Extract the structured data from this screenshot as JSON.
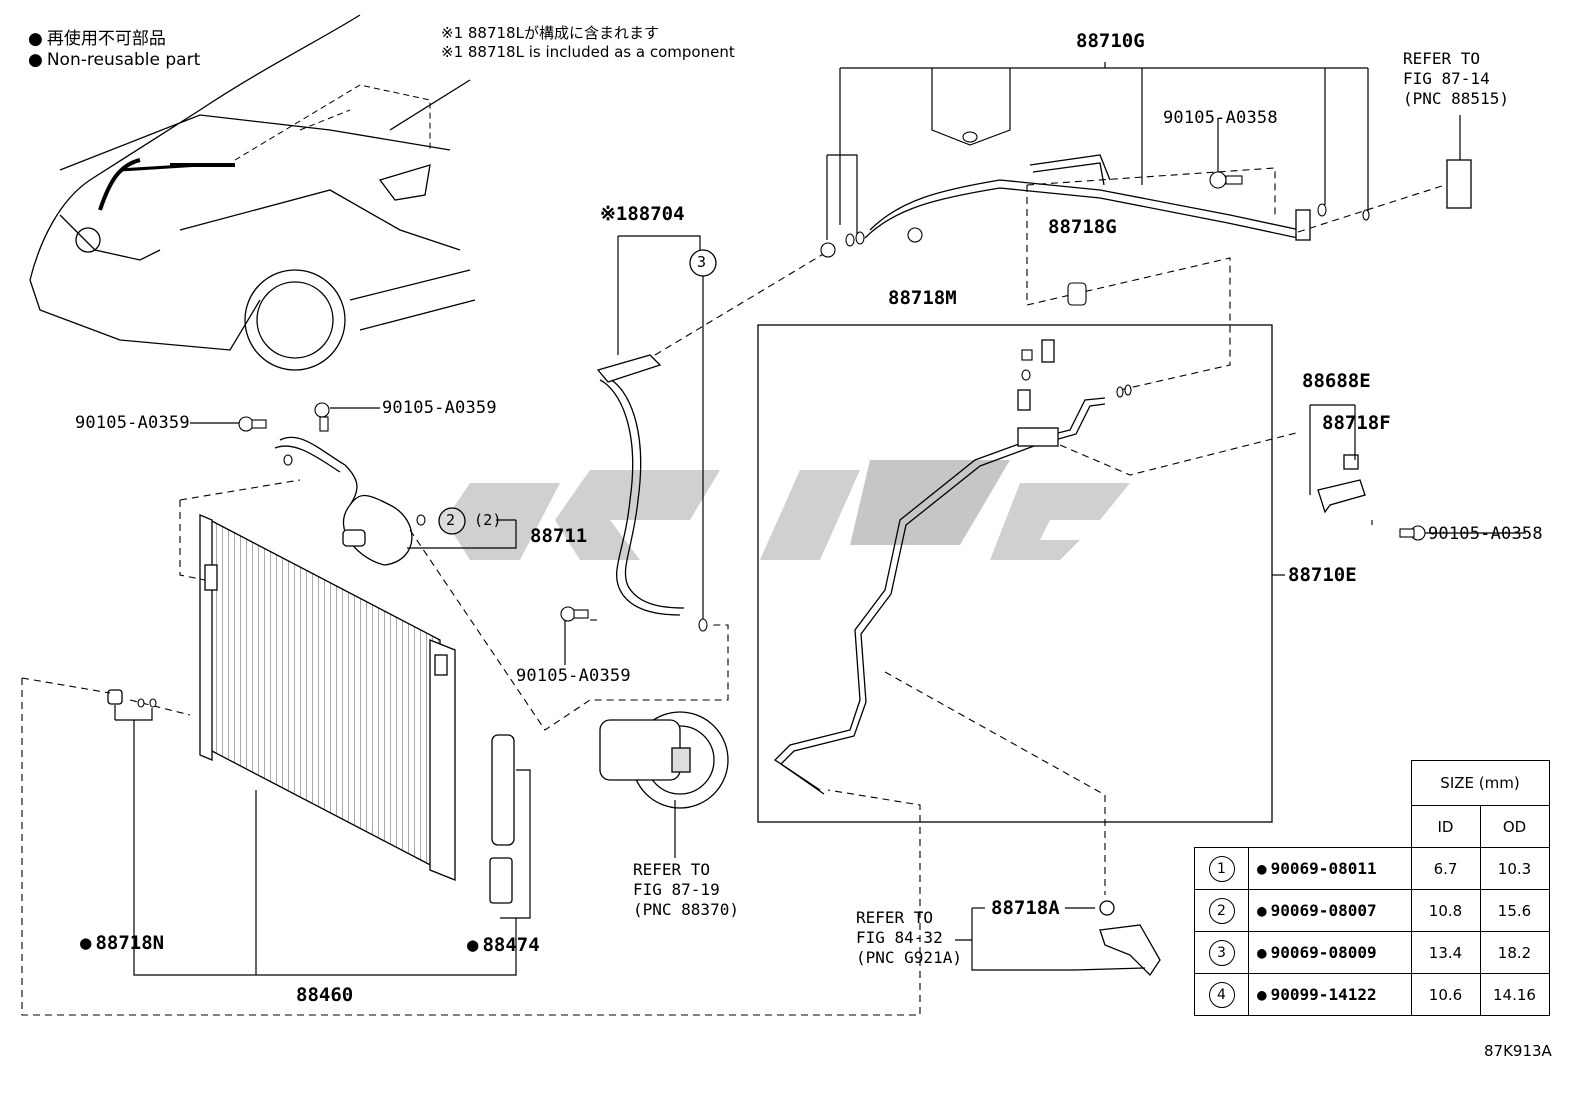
{
  "legend": {
    "jp": "再使用不可部品",
    "en": "Non-reusable part"
  },
  "notes": {
    "jp": "※1 88718Lが構成に含まれます",
    "en": "※1 88718L is included as a component"
  },
  "labels": {
    "p88710G": "88710G",
    "p90105_A0358_top": "90105-A0358",
    "p88718G": "88718G",
    "p88718M": "88718M",
    "p88704": "※188704",
    "p90105_A0359_left": "90105-A0359",
    "p90105_A0359_top": "90105-A0359",
    "p88711": "88711",
    "p90105_A0359_bottom": "90105-A0359",
    "p88688E": "88688E",
    "p88718F": "88718F",
    "p90105_A0358_right": "90105-A0358",
    "p88710E": "88710E",
    "p88718N": "88718N",
    "p88474": "88474",
    "p88460": "88460",
    "p88718A": "88718A",
    "circle2_paren": "(2)"
  },
  "callouts": {
    "c2": "2",
    "c3": "3"
  },
  "refer": {
    "r87_14": "REFER TO\nFIG 87-14\n(PNC 88515)",
    "r87_19": "REFER TO\nFIG 87-19\n(PNC 88370)",
    "r84_32": "REFER TO\nFIG 84-32\n(PNC G921A)"
  },
  "size_table": {
    "header": "SIZE (mm)",
    "col_id": "ID",
    "col_od": "OD",
    "rows": [
      {
        "n": "1",
        "part": "90069-08011",
        "id": "6.7",
        "od": "10.3"
      },
      {
        "n": "2",
        "part": "90069-08007",
        "id": "10.8",
        "od": "15.6"
      },
      {
        "n": "3",
        "part": "90069-08009",
        "id": "13.4",
        "od": "18.2"
      },
      {
        "n": "4",
        "part": "90099-14122",
        "id": "10.6",
        "od": "14.16"
      }
    ]
  },
  "footer": {
    "code": "87K913A"
  }
}
